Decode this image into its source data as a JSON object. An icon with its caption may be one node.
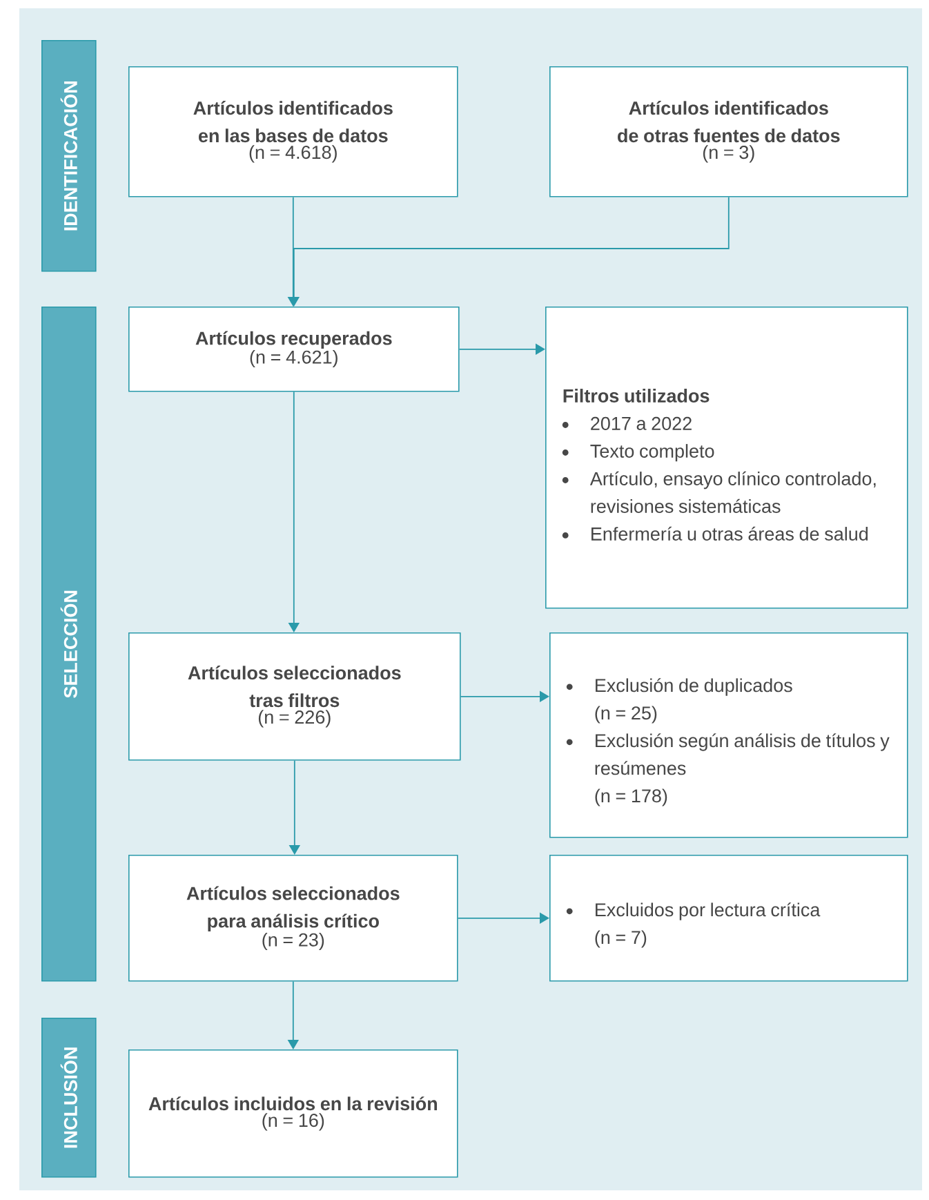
{
  "diagram": {
    "nodes": [
      {
        "text": [
          "IDENTIFICACIÓN"
        ]
      },
      {
        "text": [
          "SELECCIÓN"
        ]
      },
      {
        "text": [
          "INCLUSIÓN"
        ]
      },
      {
        "text": [
          "Artículos identificados en las bases de datos",
          "(n = 4.618)"
        ]
      },
      {
        "text": [
          "Artículos identificados de otras fuentes de datos",
          "(n = 3)"
        ]
      },
      {
        "text": [
          "Artículos recuperados",
          "(n = 4.621)"
        ]
      },
      {
        "text": [
          "Filtros utilizados",
          "2017 a 2022",
          "Texto completo",
          "Artículo, ensayo clínico controlado, revisiones sistemáticas",
          "Enfermería u otras áreas de salud"
        ]
      },
      {
        "text": [
          "Artículos seleccionados tras filtros",
          "(n = 226)"
        ]
      },
      {
        "text": [
          "Exclusión de duplicados",
          "(n = 25)",
          "Exclusión según análisis de títulos y resúmenes",
          "(n = 178)"
        ]
      },
      {
        "text": [
          "Artículos seleccionados para análisis crítico",
          "(n = 23)"
        ]
      },
      {
        "text": [
          "Excluidos por lectura crítica",
          "(n = 7)"
        ]
      },
      {
        "text": [
          "Artículos incluidos en la revisión",
          "(n = 16)"
        ]
      }
    ],
    "edges": [
      {
        "from": 3,
        "to": 5,
        "arrow": "to"
      },
      {
        "from": 4,
        "to": 5,
        "arrow": "to"
      },
      {
        "from": 5,
        "to": 6,
        "arrow": "to"
      },
      {
        "from": 5,
        "to": 7,
        "arrow": "to"
      },
      {
        "from": 7,
        "to": 8,
        "arrow": "to"
      },
      {
        "from": 7,
        "to": 9,
        "arrow": "to"
      },
      {
        "from": 9,
        "to": 10,
        "arrow": "to"
      },
      {
        "from": 9,
        "to": 11,
        "arrow": "to"
      }
    ]
  }
}
